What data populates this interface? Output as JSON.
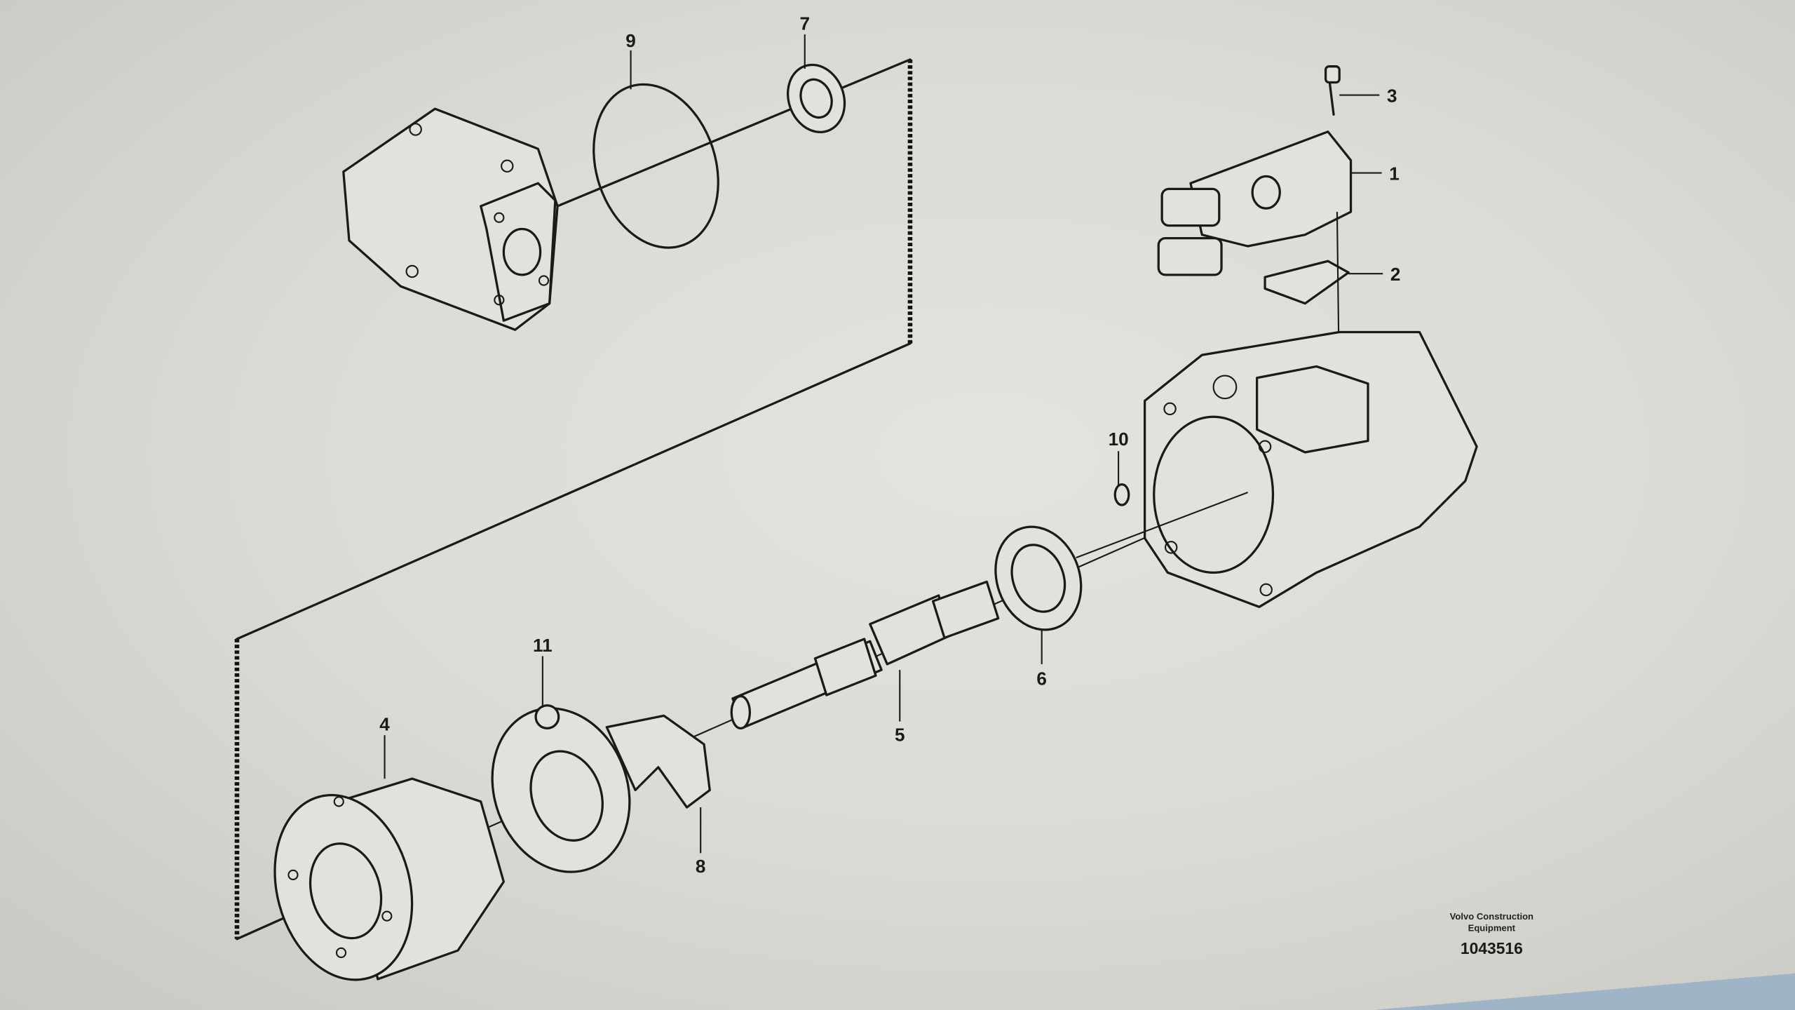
{
  "diagram": {
    "callouts": [
      "1",
      "2",
      "3",
      "4",
      "5",
      "6",
      "7",
      "8",
      "9",
      "10",
      "11"
    ],
    "publisher": {
      "line1": "Volvo Construction",
      "line2": "Equipment"
    },
    "illustration_number": "1043516"
  }
}
